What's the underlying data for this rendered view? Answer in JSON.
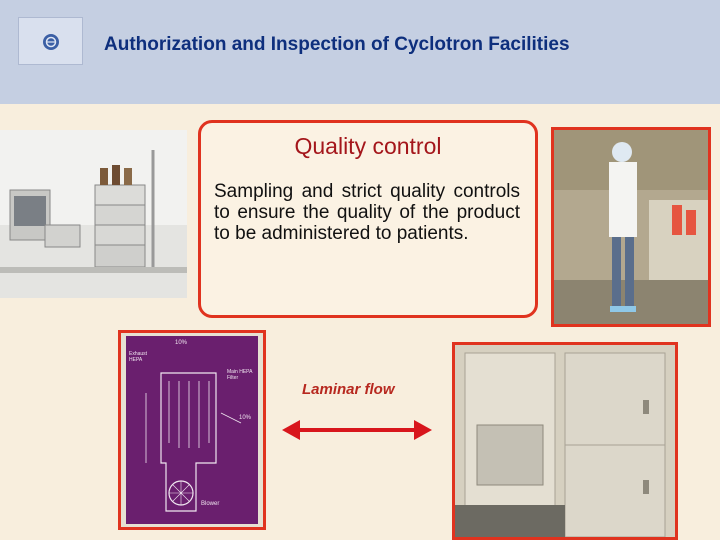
{
  "header": {
    "title": "Authorization and Inspection of Cyclotron Facilities",
    "logo_icon": "institution-logo-icon"
  },
  "callout": {
    "title": "Quality control",
    "text": "Sampling and strict quality controls to ensure the quality of the product to be administered to patients."
  },
  "laminar": {
    "label": "Laminar flow"
  },
  "diagram": {
    "labels": [
      "10%",
      "Exhaust HEPA",
      "Main HEPA Filter",
      "10%",
      "Blower"
    ]
  },
  "colors": {
    "header_bg": "#c5cfe2",
    "title_text": "#0e2f7d",
    "accent_red": "#e0331f",
    "callout_title": "#a4161b",
    "body_bg": "#f8eedd"
  }
}
